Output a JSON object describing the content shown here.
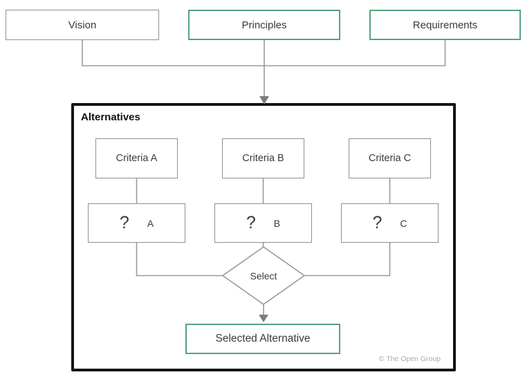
{
  "colors": {
    "accent_green": "#54a47c",
    "box_border_gray": "#8f8f8f",
    "line_gray": "#9a9a9a",
    "arrow_gray": "#7d7d7d",
    "frame_black": "#141414",
    "text_dark": "#3a3a3a",
    "title_black": "#111111",
    "copyright_gray": "#ababab",
    "background": "#ffffff"
  },
  "top_row": {
    "vision_label": "Vision",
    "principles_label": "Principles",
    "requirements_label": "Requirements"
  },
  "alternatives": {
    "title": "Alternatives",
    "criteria": [
      {
        "label": "Criteria A",
        "qmark": "?",
        "letter": "A"
      },
      {
        "label": "Criteria B",
        "qmark": "?",
        "letter": "B"
      },
      {
        "label": "Criteria C",
        "qmark": "?",
        "letter": "C"
      }
    ],
    "select_label": "Select",
    "selected_label": "Selected Alternative",
    "copyright": "© The Open Group"
  }
}
